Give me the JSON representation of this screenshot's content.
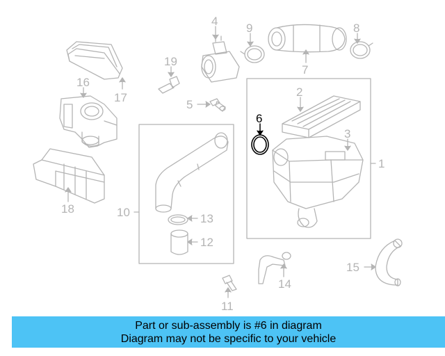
{
  "diagram": {
    "part_colors": {
      "line": "#b4b4b4",
      "highlight": "#000000",
      "fill": "#ffffff"
    },
    "callouts": [
      {
        "id": "1",
        "label": "1",
        "highlighted": false
      },
      {
        "id": "2",
        "label": "2",
        "highlighted": false
      },
      {
        "id": "3",
        "label": "3",
        "highlighted": false
      },
      {
        "id": "4",
        "label": "4",
        "highlighted": false
      },
      {
        "id": "5",
        "label": "5",
        "highlighted": false
      },
      {
        "id": "6",
        "label": "6",
        "highlighted": true
      },
      {
        "id": "7",
        "label": "7",
        "highlighted": false
      },
      {
        "id": "8",
        "label": "8",
        "highlighted": false
      },
      {
        "id": "9",
        "label": "9",
        "highlighted": false
      },
      {
        "id": "10",
        "label": "10",
        "highlighted": false
      },
      {
        "id": "11",
        "label": "11",
        "highlighted": false
      },
      {
        "id": "12",
        "label": "12",
        "highlighted": false
      },
      {
        "id": "13",
        "label": "13",
        "highlighted": false
      },
      {
        "id": "14",
        "label": "14",
        "highlighted": false
      },
      {
        "id": "15",
        "label": "15",
        "highlighted": false
      },
      {
        "id": "16",
        "label": "16",
        "highlighted": false
      },
      {
        "id": "17",
        "label": "17",
        "highlighted": false
      },
      {
        "id": "18",
        "label": "18",
        "highlighted": false
      },
      {
        "id": "19",
        "label": "19",
        "highlighted": false
      }
    ]
  },
  "banner": {
    "line1": "Part or sub-assembly is #6 in diagram",
    "line2": "Diagram may not be specific to your vehicle",
    "background": "#4dc3f5"
  }
}
